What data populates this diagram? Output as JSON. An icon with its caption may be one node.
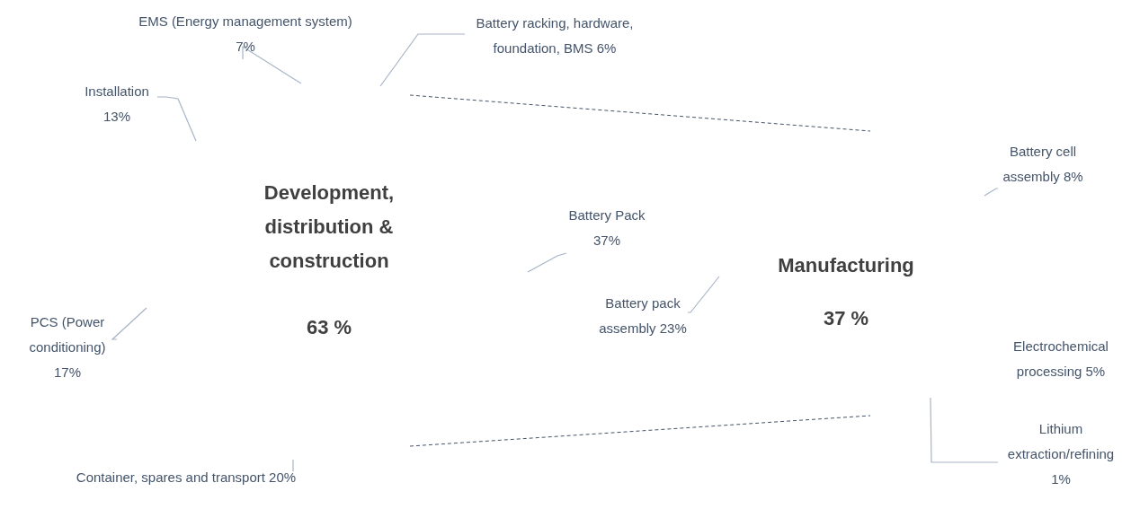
{
  "diagram": {
    "nodes": [
      {
        "text": [
          "EMS (Energy management system) 7%"
        ]
      },
      {
        "text": [
          "Battery racking, hardware, foundation, BMS 6%"
        ]
      },
      {
        "text": [
          "Installation 13%"
        ]
      },
      {
        "text": [
          "Battery cell assembly 8%"
        ]
      },
      {
        "text": [
          "Battery Pack 37%"
        ]
      },
      {
        "text": [
          "Battery pack assembly 23%"
        ]
      },
      {
        "text": [
          "PCS (Power conditioning) 17%"
        ]
      },
      {
        "text": [
          "Electrochemical processing 5%"
        ]
      },
      {
        "text": [
          "Lithium extraction/refining 1%"
        ]
      },
      {
        "text": [
          "Container, spares and transport 20%"
        ]
      }
    ],
    "edges": [
      {
        "from": 0,
        "to": null,
        "arrow": "none"
      },
      {
        "from": 1,
        "to": null,
        "arrow": "none"
      },
      {
        "from": 2,
        "to": null,
        "arrow": "none"
      },
      {
        "from": 3,
        "to": null,
        "arrow": "none"
      },
      {
        "from": 4,
        "to": null,
        "arrow": "none"
      },
      {
        "from": 5,
        "to": null,
        "arrow": "none"
      },
      {
        "from": 6,
        "to": null,
        "arrow": "none"
      },
      {
        "from": 8,
        "to": null,
        "arrow": "none"
      },
      {
        "from": 9,
        "to": null,
        "arrow": "none"
      }
    ],
    "labels": [
      "Development, distribution & construction",
      "63 %",
      "Manufacturing",
      "37 %"
    ]
  }
}
